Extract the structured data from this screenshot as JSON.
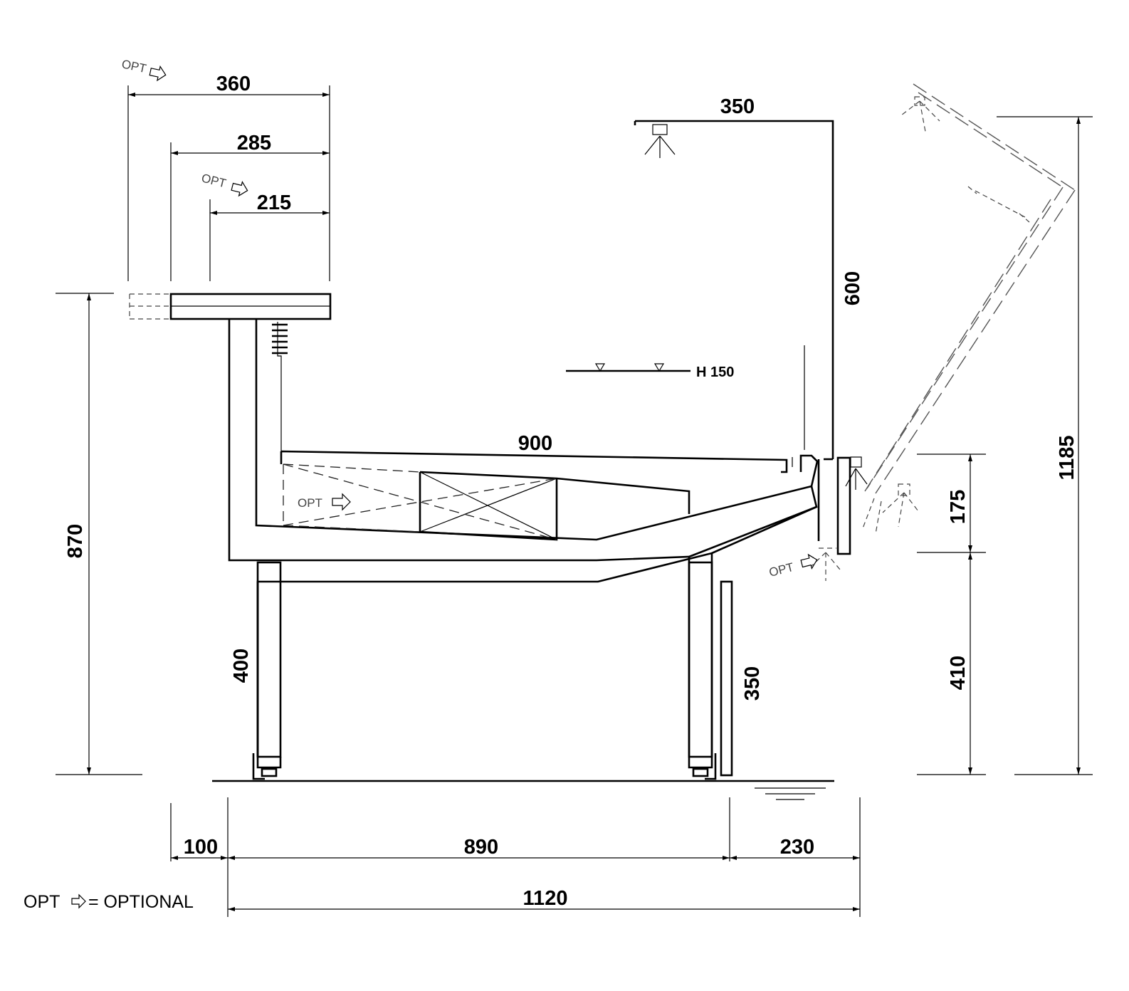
{
  "dimensions": {
    "top_360": "360",
    "top_285": "285",
    "top_215": "215",
    "canopy_350": "350",
    "canopy_600": "600",
    "shelf_900": "900",
    "height_870": "870",
    "leg_400": "400",
    "panel_350": "350",
    "right_175": "175",
    "right_410": "410",
    "total_1185": "1185",
    "bottom_100": "100",
    "bottom_890": "890",
    "bottom_230": "230",
    "bottom_1120": "1120"
  },
  "labels": {
    "level": "H 150",
    "opt": "OPT",
    "legend_opt": "OPT",
    "legend_text": "= OPTIONAL"
  }
}
